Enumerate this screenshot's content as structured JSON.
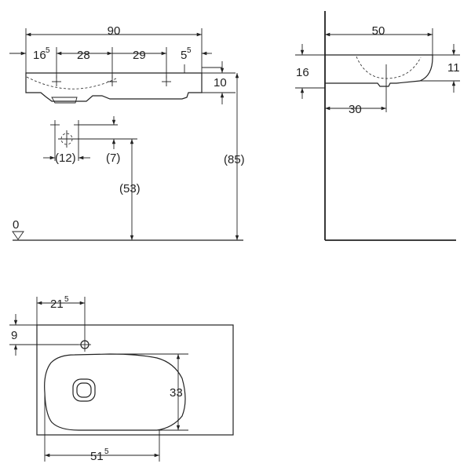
{
  "front_view": {
    "overall_width": "90",
    "seg_1": "16",
    "seg_1_sup": "5",
    "seg_2": "28",
    "seg_3": "29",
    "seg_4": "5",
    "seg_4_sup": "5",
    "basin_height": "10",
    "total_height": "(85)",
    "drain_spacing": "(12)",
    "drain_offset": "(7)",
    "drain_height": "(53)",
    "floor_level": "0"
  },
  "side_view": {
    "depth": "50",
    "height_left": "16",
    "height_right": "11",
    "drain_depth": "30"
  },
  "top_view": {
    "tap_offset": "21",
    "tap_offset_sup": "5",
    "tap_distance": "9",
    "bowl_depth": "33",
    "bowl_width": "51",
    "bowl_width_sup": "5"
  }
}
